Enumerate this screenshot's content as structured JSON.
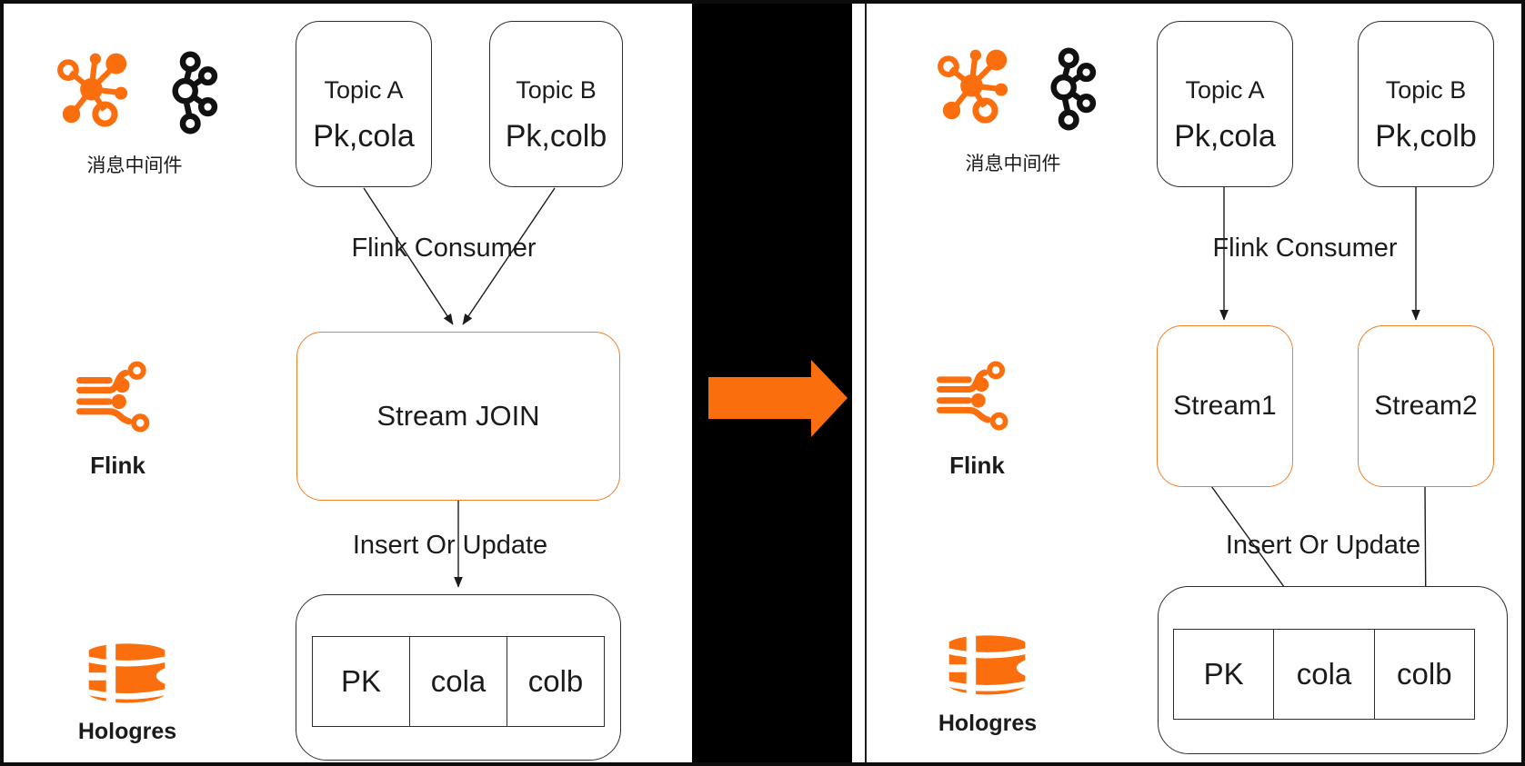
{
  "left": {
    "middleware_label": "消息中间件",
    "topic_a_title": "Topic A",
    "topic_a_key": "Pk,cola",
    "topic_b_title": "Topic B",
    "topic_b_key": "Pk,colb",
    "consumer_label": "Flink Consumer",
    "join_label": "Stream JOIN",
    "write_label": "Insert Or Update",
    "flink_label": "Flink",
    "hologres_label": "Hologres",
    "table": [
      "PK",
      "cola",
      "colb"
    ]
  },
  "right": {
    "middleware_label": "消息中间件",
    "topic_a_title": "Topic A",
    "topic_a_key": "Pk,cola",
    "topic_b_title": "Topic B",
    "topic_b_key": "Pk,colb",
    "consumer_label": "Flink Consumer",
    "stream1_label": "Stream1",
    "stream2_label": "Stream2",
    "write_label": "Insert Or Update",
    "flink_label": "Flink",
    "hologres_label": "Hologres",
    "table": [
      "PK",
      "cola",
      "colb"
    ]
  },
  "icons": {
    "mq": "mq-splat-icon",
    "kafka": "kafka-icon",
    "flink": "flink-circuit-icon",
    "hologres": "hologres-icon",
    "transform": "big-right-arrow-icon"
  },
  "colors": {
    "accent_orange": "#FB6E0E",
    "stream_border_orange": "#F07F2A",
    "divider_black": "#000000",
    "text_dark": "#1B1B1B"
  }
}
